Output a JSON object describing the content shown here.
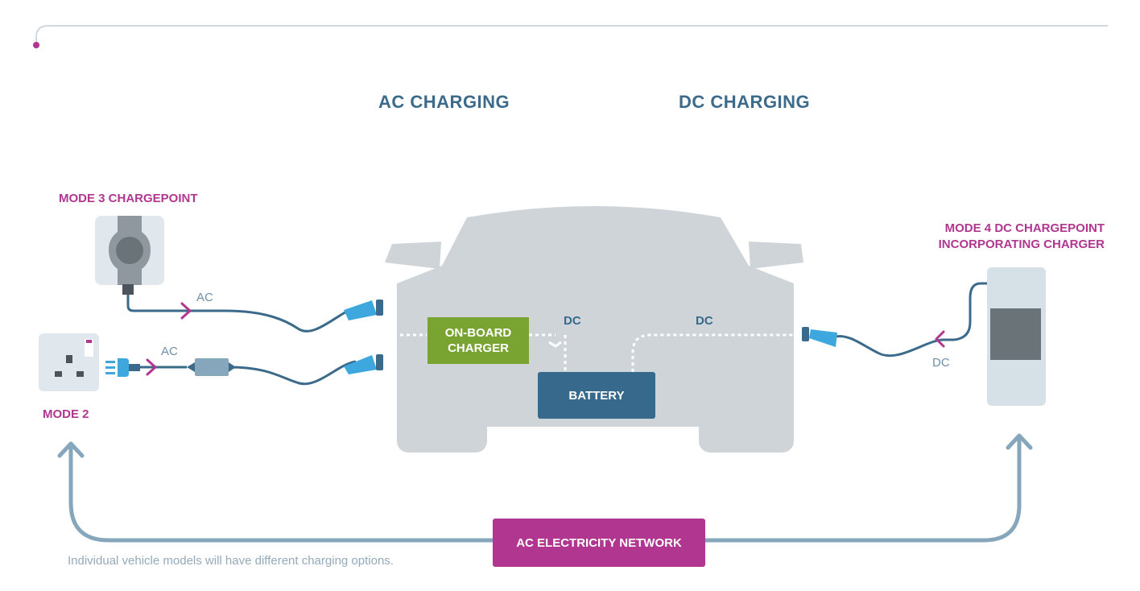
{
  "colors": {
    "title": "#3b6a8a",
    "mode": "#b0368f",
    "flow_label": "#6d8fa6",
    "car": "#cfd4d8",
    "network_box": "#b0368f",
    "battery": "#36698b",
    "charger": "#7aa431",
    "cable": "#3b6a8a",
    "connector": "#3ea7de",
    "arrow": "#86a6bb",
    "footnote": "#93aabb"
  },
  "headings": {
    "ac": "AC CHARGING",
    "dc": "DC CHARGING"
  },
  "sources": {
    "mode3": "MODE 3 CHARGEPOINT",
    "mode2": "MODE 2",
    "mode4": "MODE 4 DC CHARGEPOINT\nINCORPORATING CHARGER"
  },
  "flows": {
    "mode3_ac": "AC",
    "mode2_ac": "AC",
    "onboard_dc": "DC",
    "rapid_dc": "DC",
    "mode4_dc": "DC"
  },
  "components": {
    "onboard_charger": "ON-BOARD\nCHARGER",
    "battery": "BATTERY",
    "network": "AC ELECTRICITY NETWORK"
  },
  "footnote": "Individual vehicle models will have different charging options.",
  "icons": [
    "plug-icon",
    "connector-icon",
    "arrow-icon",
    "socket-icon"
  ]
}
